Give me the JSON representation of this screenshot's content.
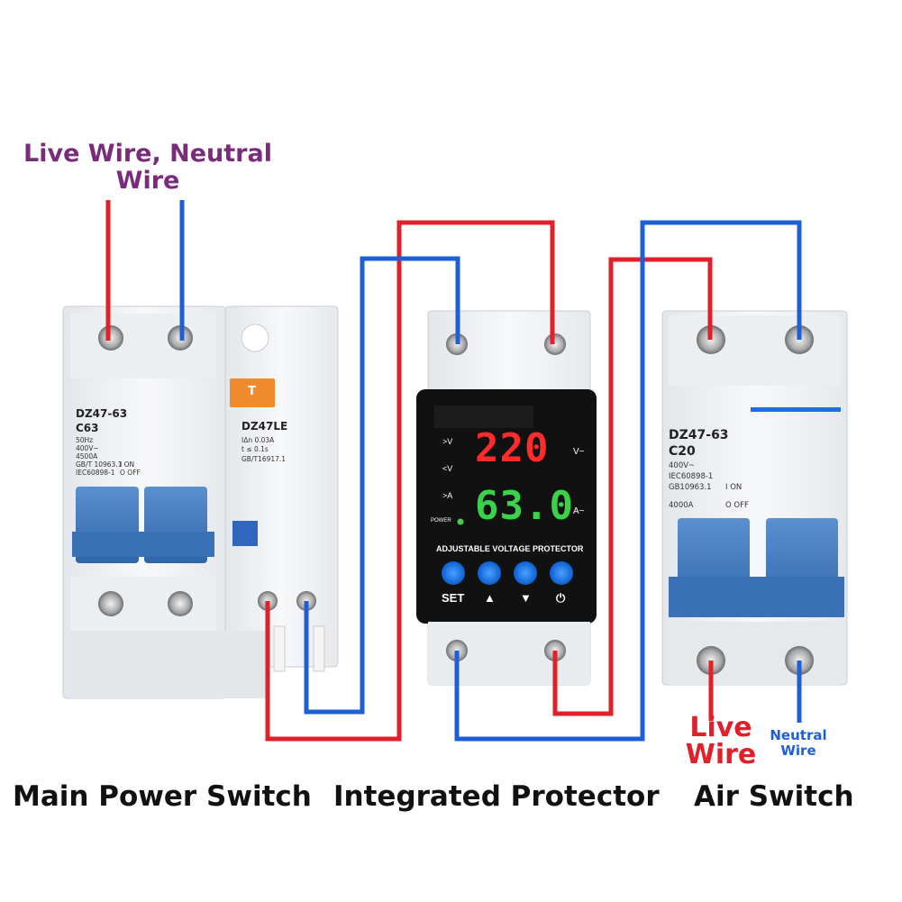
{
  "captions": {
    "top": "Live Wire, Neutral Wire",
    "main_switch": "Main Power Switch",
    "protector": "Integrated Protector",
    "air_switch": "Air Switch",
    "live_wire": "Live Wire",
    "neutral_wire": "Neutral Wire"
  },
  "main_breaker": {
    "model": "DZ47-63",
    "rating": "C63",
    "spec_lines": [
      "50Hz",
      "400V~",
      "4500A",
      "GB/T 10963.1",
      "IEC60898-1"
    ],
    "on_off": [
      "I ON",
      "O OFF"
    ],
    "rcd_model": "DZ47LE",
    "rcd_spec_lines": [
      "IΔn 0.03A",
      "t ≤ 0.1s",
      "GB/T16917.1"
    ],
    "test_button": "T"
  },
  "protector": {
    "voltage_reading": "220",
    "current_reading": "63.0",
    "voltage_unit": "V~",
    "current_unit": "A~",
    "indicators": [
      ">V",
      "<V",
      ">A"
    ],
    "power_label": "POWER",
    "panel_title": "ADJUSTABLE VOLTAGE PROTECTOR",
    "buttons": [
      "SET",
      "▲",
      "▼",
      "⏻"
    ]
  },
  "air_switch": {
    "model": "DZ47-63",
    "rating": "C20",
    "spec_lines": [
      "400V~",
      "IEC60898-1",
      "GB10963.1",
      "4000A"
    ],
    "on_off": [
      "I ON",
      "O OFF"
    ]
  },
  "colors": {
    "live": "#e0202a",
    "neutral": "#1f5fd6",
    "top_caption": "#7b2b7b",
    "handle": "#3d78c0",
    "display_red": "#ff2a2a",
    "display_green": "#3bd14a"
  }
}
